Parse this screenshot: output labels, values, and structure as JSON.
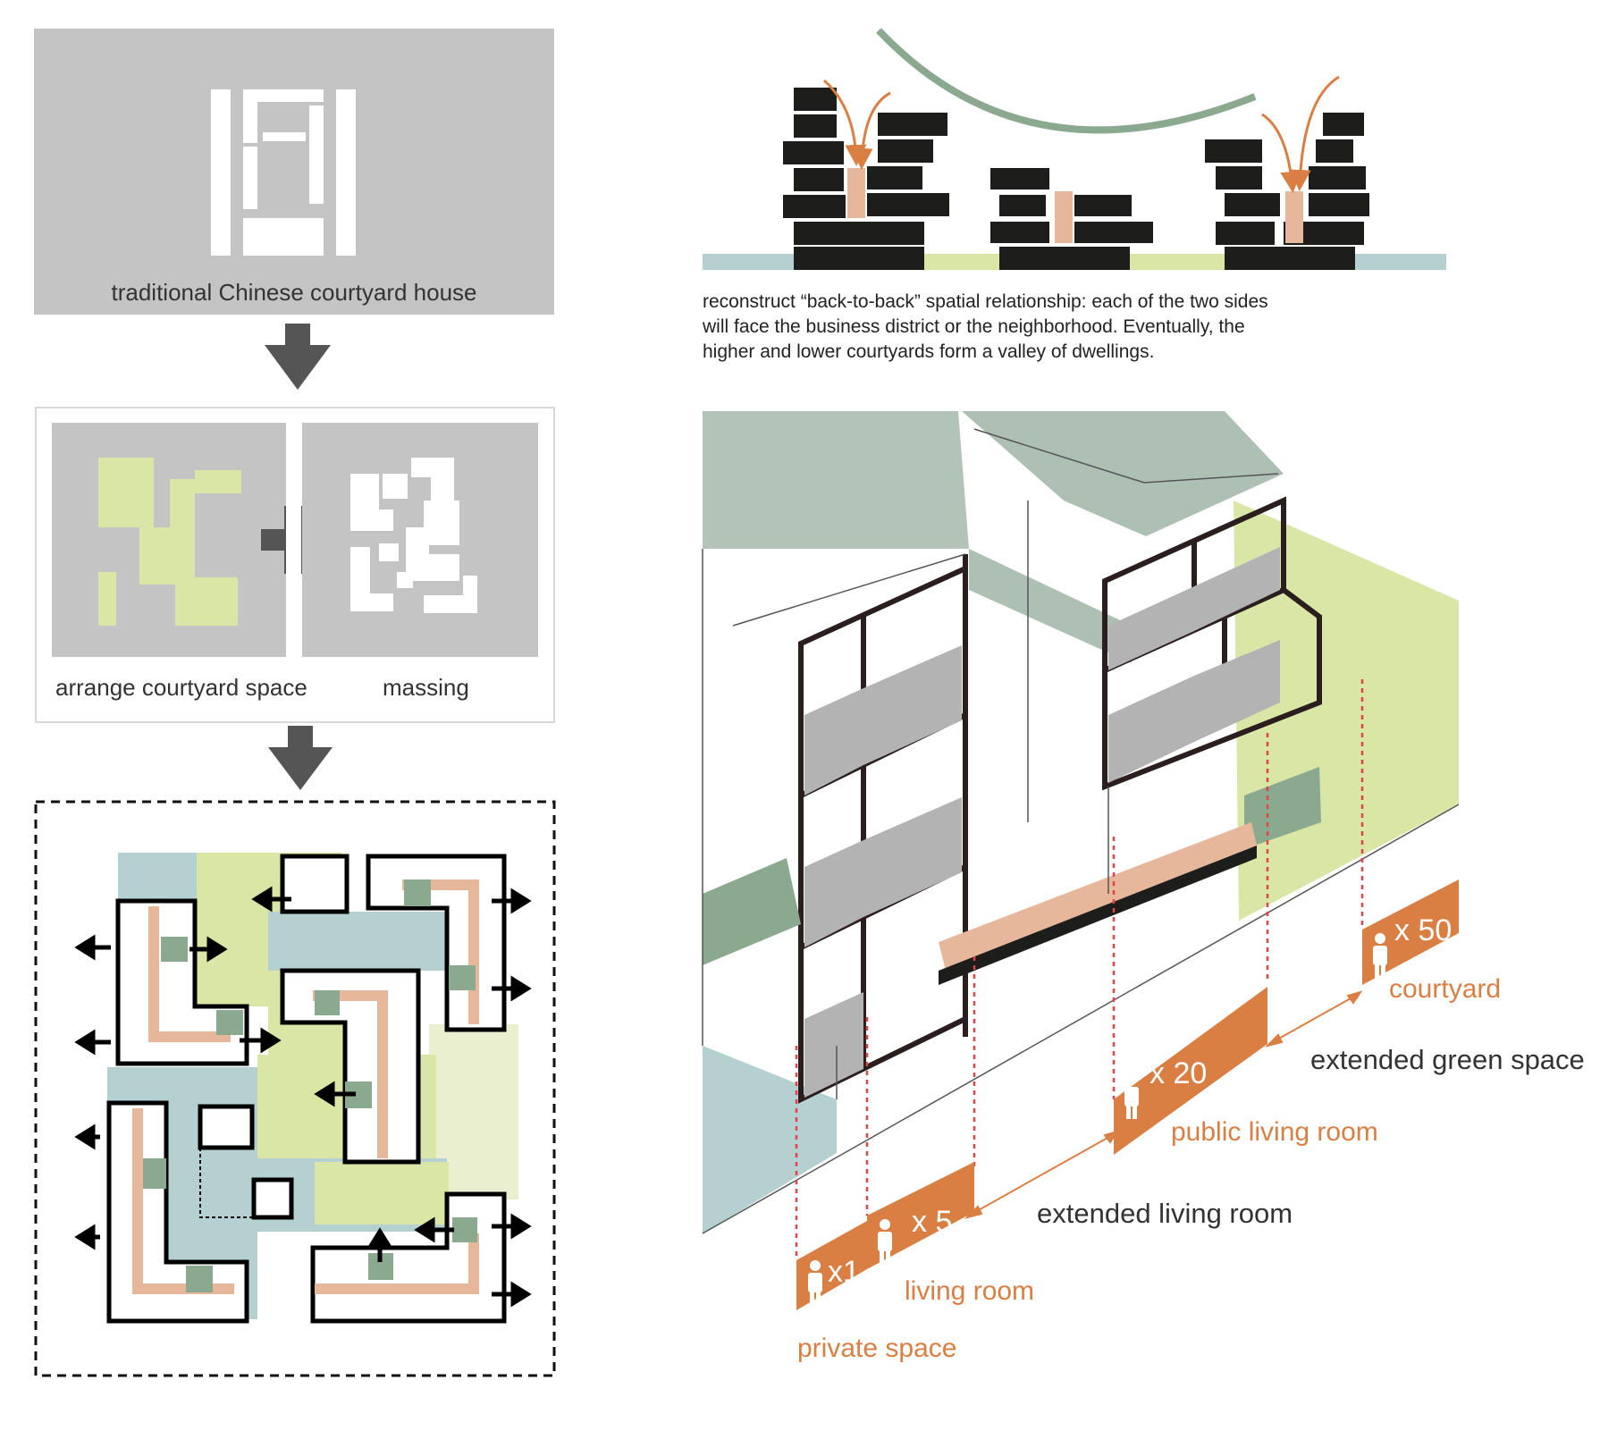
{
  "colors": {
    "gray_panel": "#c4c4c4",
    "light_green": "#d9e6a6",
    "pale_green": "#eaf0cf",
    "blue_gray": "#b5d0d1",
    "sage": "#8aa98f",
    "salmon": "#e7b79c",
    "orange": "#d97f43",
    "arch_green": "#8aa98f",
    "block_black": "#1d1d1b",
    "dashed_red": "#e0444a",
    "arrow_gray": "#555555"
  },
  "left_column": {
    "courtyard_house_label": "traditional Chinese courtyard house",
    "arrange_label": "arrange courtyard  space",
    "massing_label": "massing"
  },
  "section": {
    "caption_line1": "reconstruct “back-to-back” spatial relationship: each of the two sides",
    "caption_line2": "will face the business district or the neighborhood. Eventually, the",
    "caption_line3": "higher and lower courtyards form a valley of dwellings."
  },
  "axonometric": {
    "scales": [
      {
        "multiplier": "x1",
        "label": "private space"
      },
      {
        "multiplier": "x 5",
        "label": "living room"
      },
      {
        "multiplier": "x 20",
        "label": "public living room"
      },
      {
        "multiplier": "x 50",
        "label": "courtyard"
      }
    ],
    "extended_living_room": "extended living room",
    "extended_green_space": "extended green space"
  },
  "icons": [
    "person-icon",
    "down-arrow-icon",
    "plus-icon",
    "direction-arrow-icon"
  ]
}
